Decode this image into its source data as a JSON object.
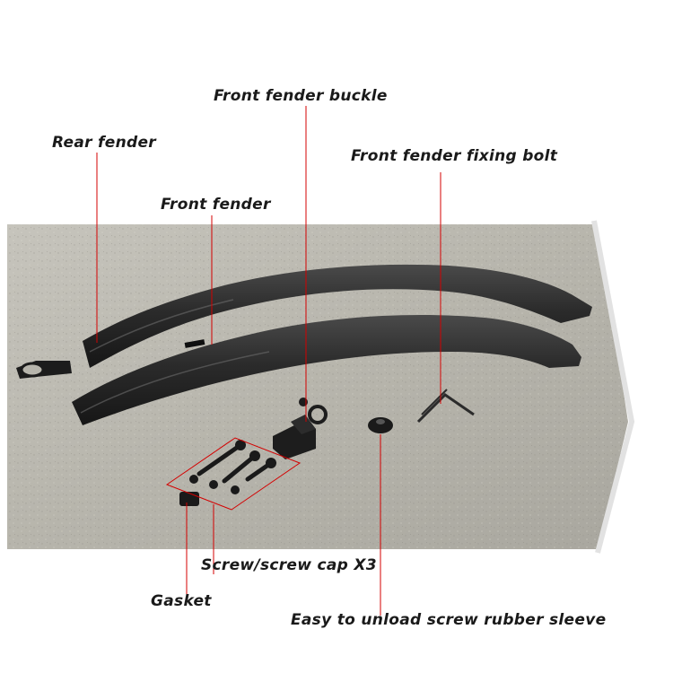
{
  "labels": {
    "front_fender_buckle": "Front fender buckle",
    "rear_fender": "Rear fender",
    "front_fender_fixing_bolt": "Front fender fixing bolt",
    "front_fender": "Front fender",
    "screw_cap": "Screw/screw cap X3",
    "gasket": "Gasket",
    "rubber_sleeve": "Easy to unload screw rubber sleeve"
  },
  "colors": {
    "leader_line": "#d40000",
    "ground": "#b9b7ae",
    "plastic": "#2a2a2a",
    "label_text": "#1a1a1a"
  }
}
